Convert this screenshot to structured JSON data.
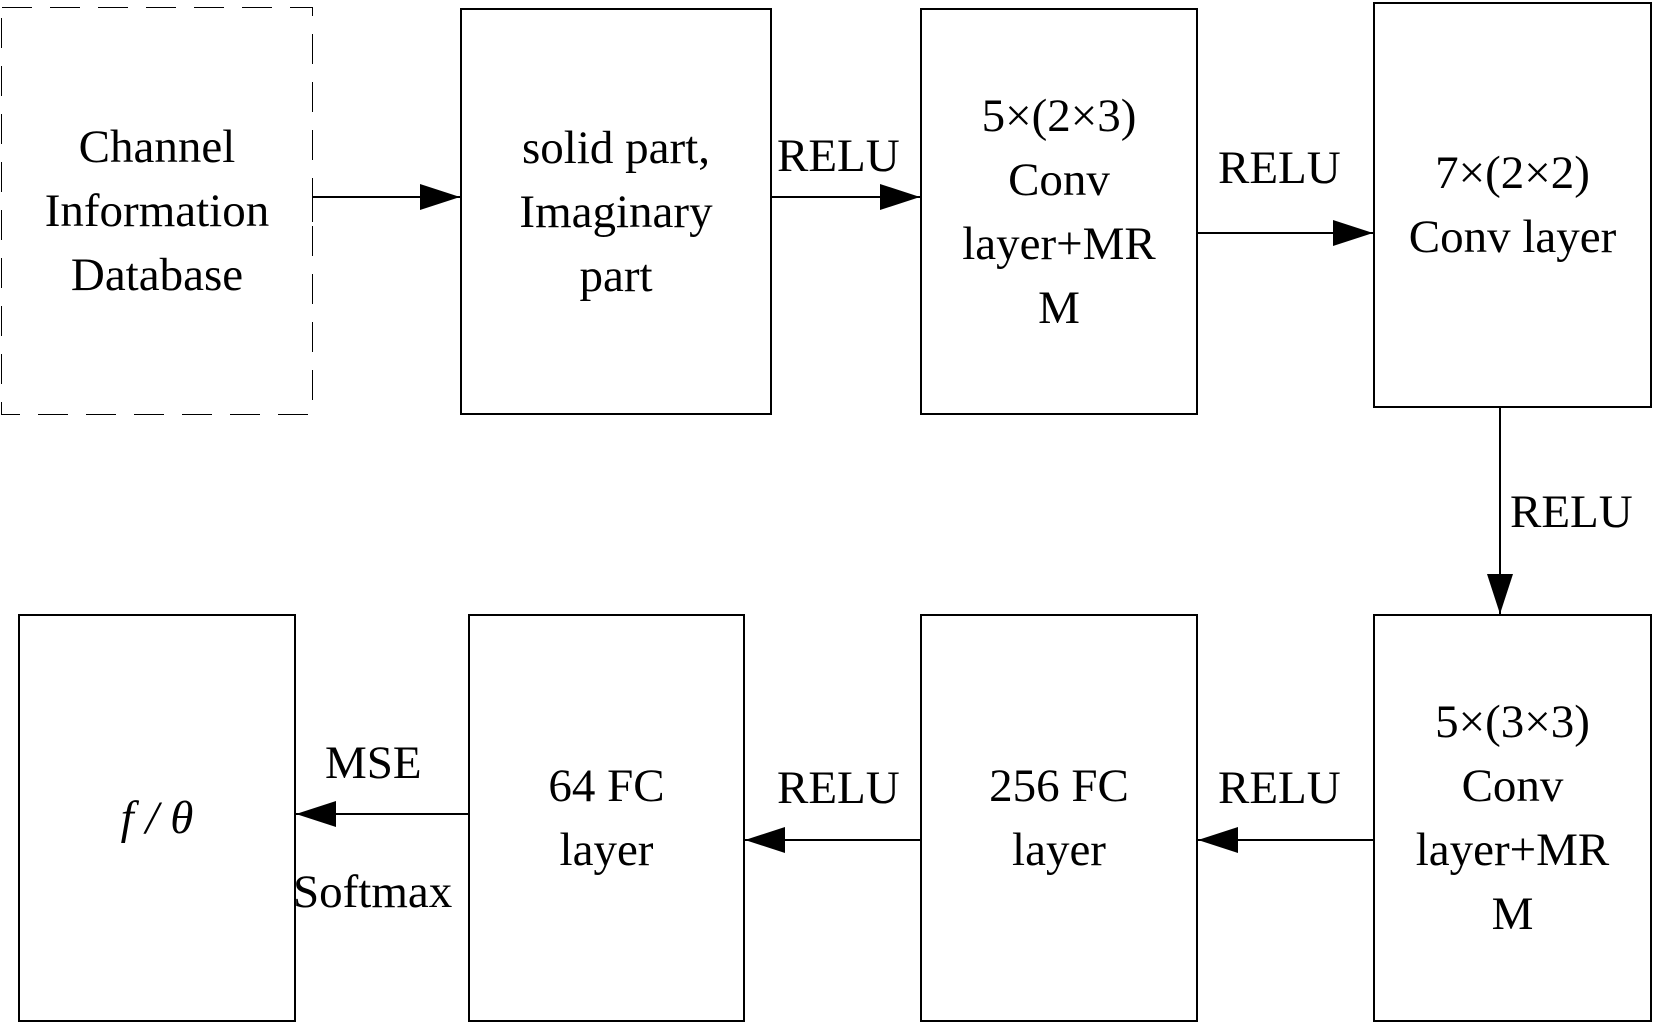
{
  "nodes": {
    "channel_db": "Channel\nInformation\nDatabase",
    "solid_imaginary": "solid part,\nImaginary\npart",
    "conv_5x2x3": "5×(2×3)\nConv\nlayer+MR\nM",
    "conv_7x2x2": "7×(2×2)\nConv layer",
    "conv_5x3x3": "5×(3×3)\nConv\nlayer+MR\nM",
    "fc_256": "256 FC\nlayer",
    "fc_64": "64 FC\nlayer",
    "output": "f / θ"
  },
  "edges": {
    "relu_1": "RELU",
    "relu_2": "RELU",
    "relu_3": "RELU",
    "relu_4": "RELU",
    "relu_5": "RELU",
    "mse": "MSE",
    "softmax": "Softmax"
  }
}
